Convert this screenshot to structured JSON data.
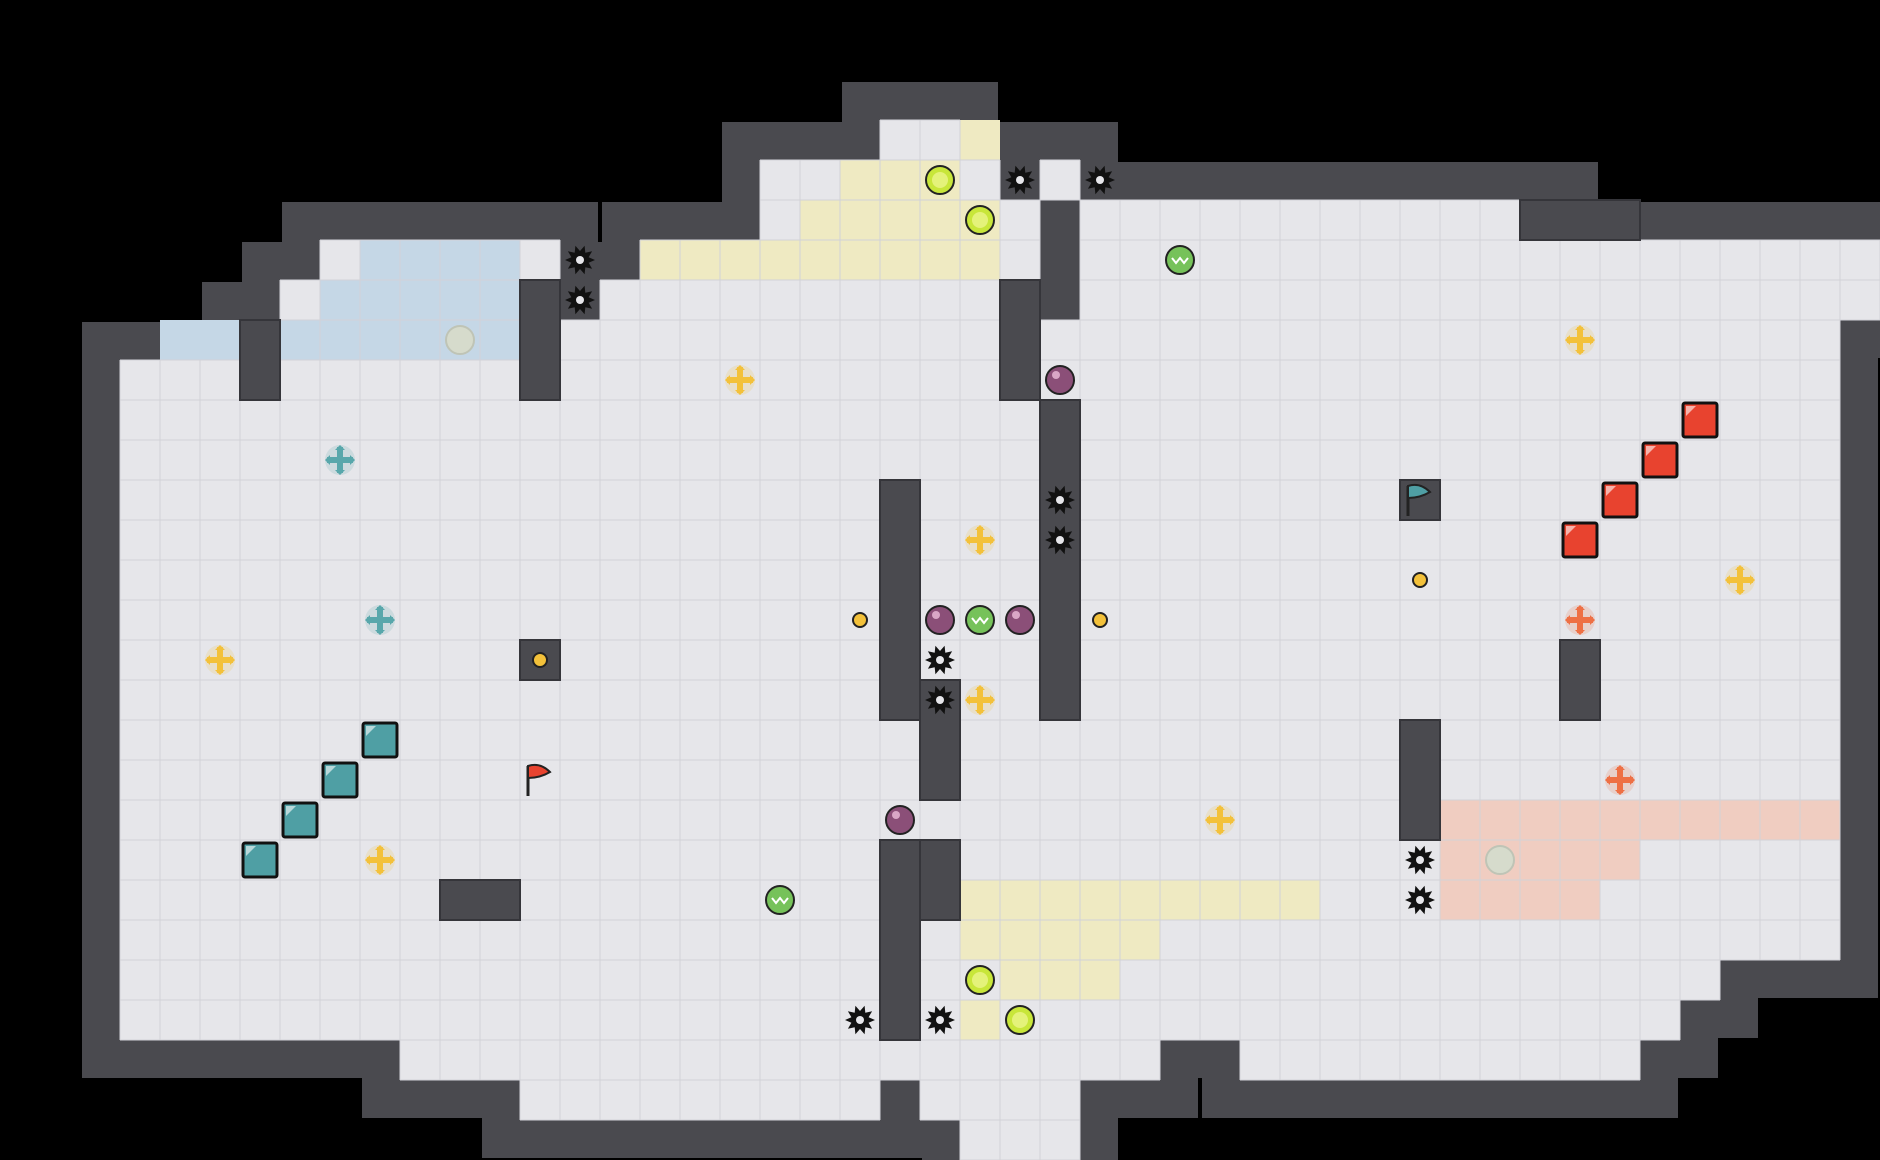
{
  "game": {
    "grid": {
      "cols": 46,
      "rows": 26
    },
    "colors": {
      "background": "#000000",
      "wall": "#4a4a4f",
      "wall_edge": "#35353a",
      "floor": "#e6e6ea",
      "grid_line": "#d2d2d8",
      "zone_blue": "#c5d7e6",
      "zone_yellow": "#efeac2",
      "zone_salmon": "#f0cdc1",
      "team_red": "#e8432f",
      "team_teal": "#4f9fa4",
      "powerup_yellow": "#f3c13a",
      "powerup_orange": "#ee7045",
      "powerup_teal": "#58a7ab",
      "boost_green": "#c8e63a",
      "mine_purple": "#8b4f78",
      "jukejuice_green": "#76c25a",
      "spike": "#111111"
    },
    "floor_cells": [
      [
        20,
        0,
        21,
        0
      ],
      [
        17,
        1,
        22,
        1
      ],
      [
        24,
        1,
        24,
        1
      ],
      [
        17,
        2,
        23,
        2
      ],
      [
        25,
        2,
        36,
        2
      ],
      [
        6,
        3,
        11,
        3
      ],
      [
        14,
        3,
        23,
        3
      ],
      [
        25,
        3,
        44,
        3
      ],
      [
        5,
        4,
        11,
        4
      ],
      [
        13,
        4,
        23,
        4
      ],
      [
        25,
        4,
        44,
        4
      ],
      [
        4,
        5,
        43,
        5
      ],
      [
        1,
        6,
        43,
        6
      ],
      [
        1,
        7,
        43,
        7
      ],
      [
        1,
        8,
        43,
        8
      ],
      [
        1,
        9,
        43,
        9
      ],
      [
        1,
        10,
        43,
        10
      ],
      [
        1,
        11,
        43,
        11
      ],
      [
        1,
        12,
        43,
        12
      ],
      [
        1,
        13,
        43,
        13
      ],
      [
        1,
        14,
        43,
        14
      ],
      [
        1,
        15,
        43,
        15
      ],
      [
        1,
        16,
        43,
        16
      ],
      [
        1,
        17,
        43,
        17
      ],
      [
        1,
        18,
        43,
        18
      ],
      [
        1,
        19,
        43,
        19
      ],
      [
        1,
        20,
        43,
        20
      ],
      [
        1,
        21,
        40,
        21
      ],
      [
        1,
        22,
        39,
        22
      ],
      [
        8,
        23,
        26,
        23
      ],
      [
        29,
        23,
        38,
        23
      ],
      [
        11,
        24,
        19,
        24
      ],
      [
        21,
        24,
        24,
        24
      ],
      [
        22,
        25,
        24,
        25
      ]
    ],
    "zones": [
      {
        "color": "zone_blue",
        "cells": [
          [
            7,
            3,
            10,
            3
          ],
          [
            6,
            4,
            10,
            4
          ],
          [
            2,
            5,
            10,
            5
          ]
        ]
      },
      {
        "color": "zone_yellow",
        "cells": [
          [
            22,
            0,
            22,
            0
          ],
          [
            19,
            1,
            21,
            1
          ],
          [
            18,
            2,
            22,
            2
          ],
          [
            14,
            3,
            22,
            3
          ]
        ]
      },
      {
        "color": "zone_yellow",
        "cells": [
          [
            22,
            19,
            30,
            19
          ],
          [
            22,
            20,
            26,
            20
          ],
          [
            23,
            21,
            25,
            21
          ],
          [
            22,
            22,
            22,
            22
          ]
        ]
      },
      {
        "color": "zone_salmon",
        "cells": [
          [
            34,
            17,
            43,
            17
          ],
          [
            34,
            18,
            38,
            18
          ],
          [
            34,
            19,
            37,
            19
          ]
        ]
      }
    ],
    "wall_blocks": [
      [
        4,
        5,
        4,
        6
      ],
      [
        11,
        4,
        11,
        6
      ],
      [
        20,
        9,
        20,
        14
      ],
      [
        21,
        14,
        21,
        16
      ],
      [
        24,
        7,
        24,
        14
      ],
      [
        23,
        4,
        23,
        6
      ],
      [
        11,
        13,
        11,
        13
      ],
      [
        33,
        9,
        33,
        9
      ],
      [
        33,
        15,
        33,
        17
      ],
      [
        20,
        18,
        20,
        22
      ],
      [
        21,
        18,
        21,
        19
      ],
      [
        37,
        13,
        37,
        14
      ],
      [
        36,
        2,
        38,
        2
      ],
      [
        9,
        19,
        10,
        19
      ]
    ],
    "spikes": [
      [
        12,
        3
      ],
      [
        12,
        4
      ],
      [
        23,
        1
      ],
      [
        25,
        1
      ],
      [
        24,
        9
      ],
      [
        24,
        10
      ],
      [
        21,
        13
      ],
      [
        21,
        14
      ],
      [
        33,
        18
      ],
      [
        33,
        19
      ],
      [
        19,
        22
      ],
      [
        21,
        22
      ]
    ],
    "boosts": [
      [
        21,
        1
      ],
      [
        22,
        2
      ],
      [
        22,
        21
      ],
      [
        23,
        22
      ]
    ],
    "neutral_boosts": [
      [
        9,
        5
      ],
      [
        35,
        18
      ]
    ],
    "mines": [
      [
        24,
        6
      ],
      [
        21,
        12
      ],
      [
        23,
        12
      ],
      [
        20,
        17
      ]
    ],
    "jukejuice": [
      [
        27,
        3
      ],
      [
        22,
        12
      ],
      [
        17,
        19
      ]
    ],
    "powerups_yellow": [
      [
        16,
        6
      ],
      [
        37,
        5
      ],
      [
        22,
        10
      ],
      [
        3,
        13
      ],
      [
        22,
        14
      ],
      [
        41,
        11
      ],
      [
        7,
        18
      ],
      [
        28,
        17
      ]
    ],
    "powerups_orange": [
      [
        37,
        12
      ],
      [
        38,
        16
      ]
    ],
    "powerups_teal": [
      [
        6,
        8
      ],
      [
        7,
        12
      ]
    ],
    "bombs_small": [
      [
        11,
        13
      ],
      [
        19,
        12
      ],
      [
        25,
        12
      ],
      [
        33,
        11
      ]
    ],
    "team_red_tiles": [
      [
        40,
        7
      ],
      [
        39,
        8
      ],
      [
        38,
        9
      ],
      [
        37,
        10
      ]
    ],
    "team_teal_tiles": [
      [
        7,
        15
      ],
      [
        6,
        16
      ],
      [
        5,
        17
      ],
      [
        4,
        18
      ]
    ],
    "flags": [
      {
        "team": "red",
        "col": 11,
        "row": 16
      },
      {
        "team": "teal",
        "col": 33,
        "row": 9
      }
    ]
  }
}
